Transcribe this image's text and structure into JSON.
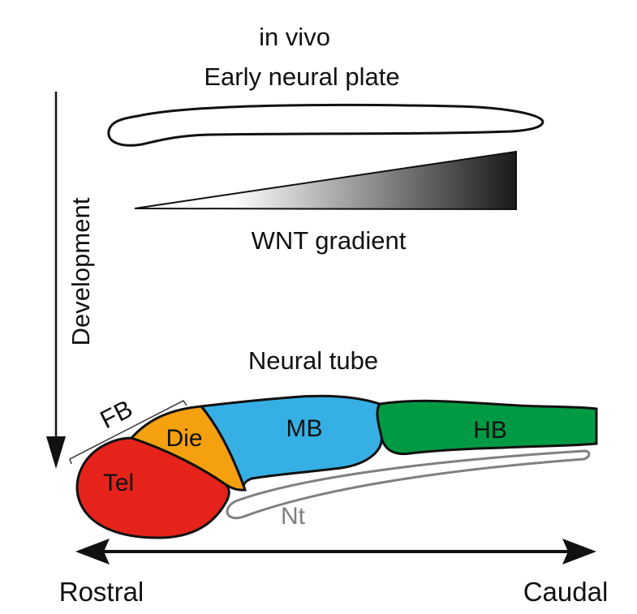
{
  "header": {
    "line1": "in vivo",
    "line2": "Early neural plate"
  },
  "gradient": {
    "label": "WNT gradient",
    "start_color": "#ffffff",
    "end_color": "#1a1a1a"
  },
  "development_axis": {
    "label": "Development",
    "icon": "arrow-down-icon"
  },
  "neural_tube": {
    "title": "Neural tube",
    "forebrain_bracket_label": "FB",
    "regions": [
      {
        "id": "tel",
        "label": "Tel",
        "color": "#e5231b"
      },
      {
        "id": "die",
        "label": "Die",
        "color": "#f4a00f"
      },
      {
        "id": "mb",
        "label": "MB",
        "color": "#36b0e4"
      },
      {
        "id": "hb",
        "label": "HB",
        "color": "#009a44"
      }
    ],
    "notochord": {
      "label": "Nt",
      "color": "#808080"
    }
  },
  "rostro_caudal_axis": {
    "left_label": "Rostral",
    "right_label": "Caudal",
    "icon": "double-arrow-icon"
  }
}
